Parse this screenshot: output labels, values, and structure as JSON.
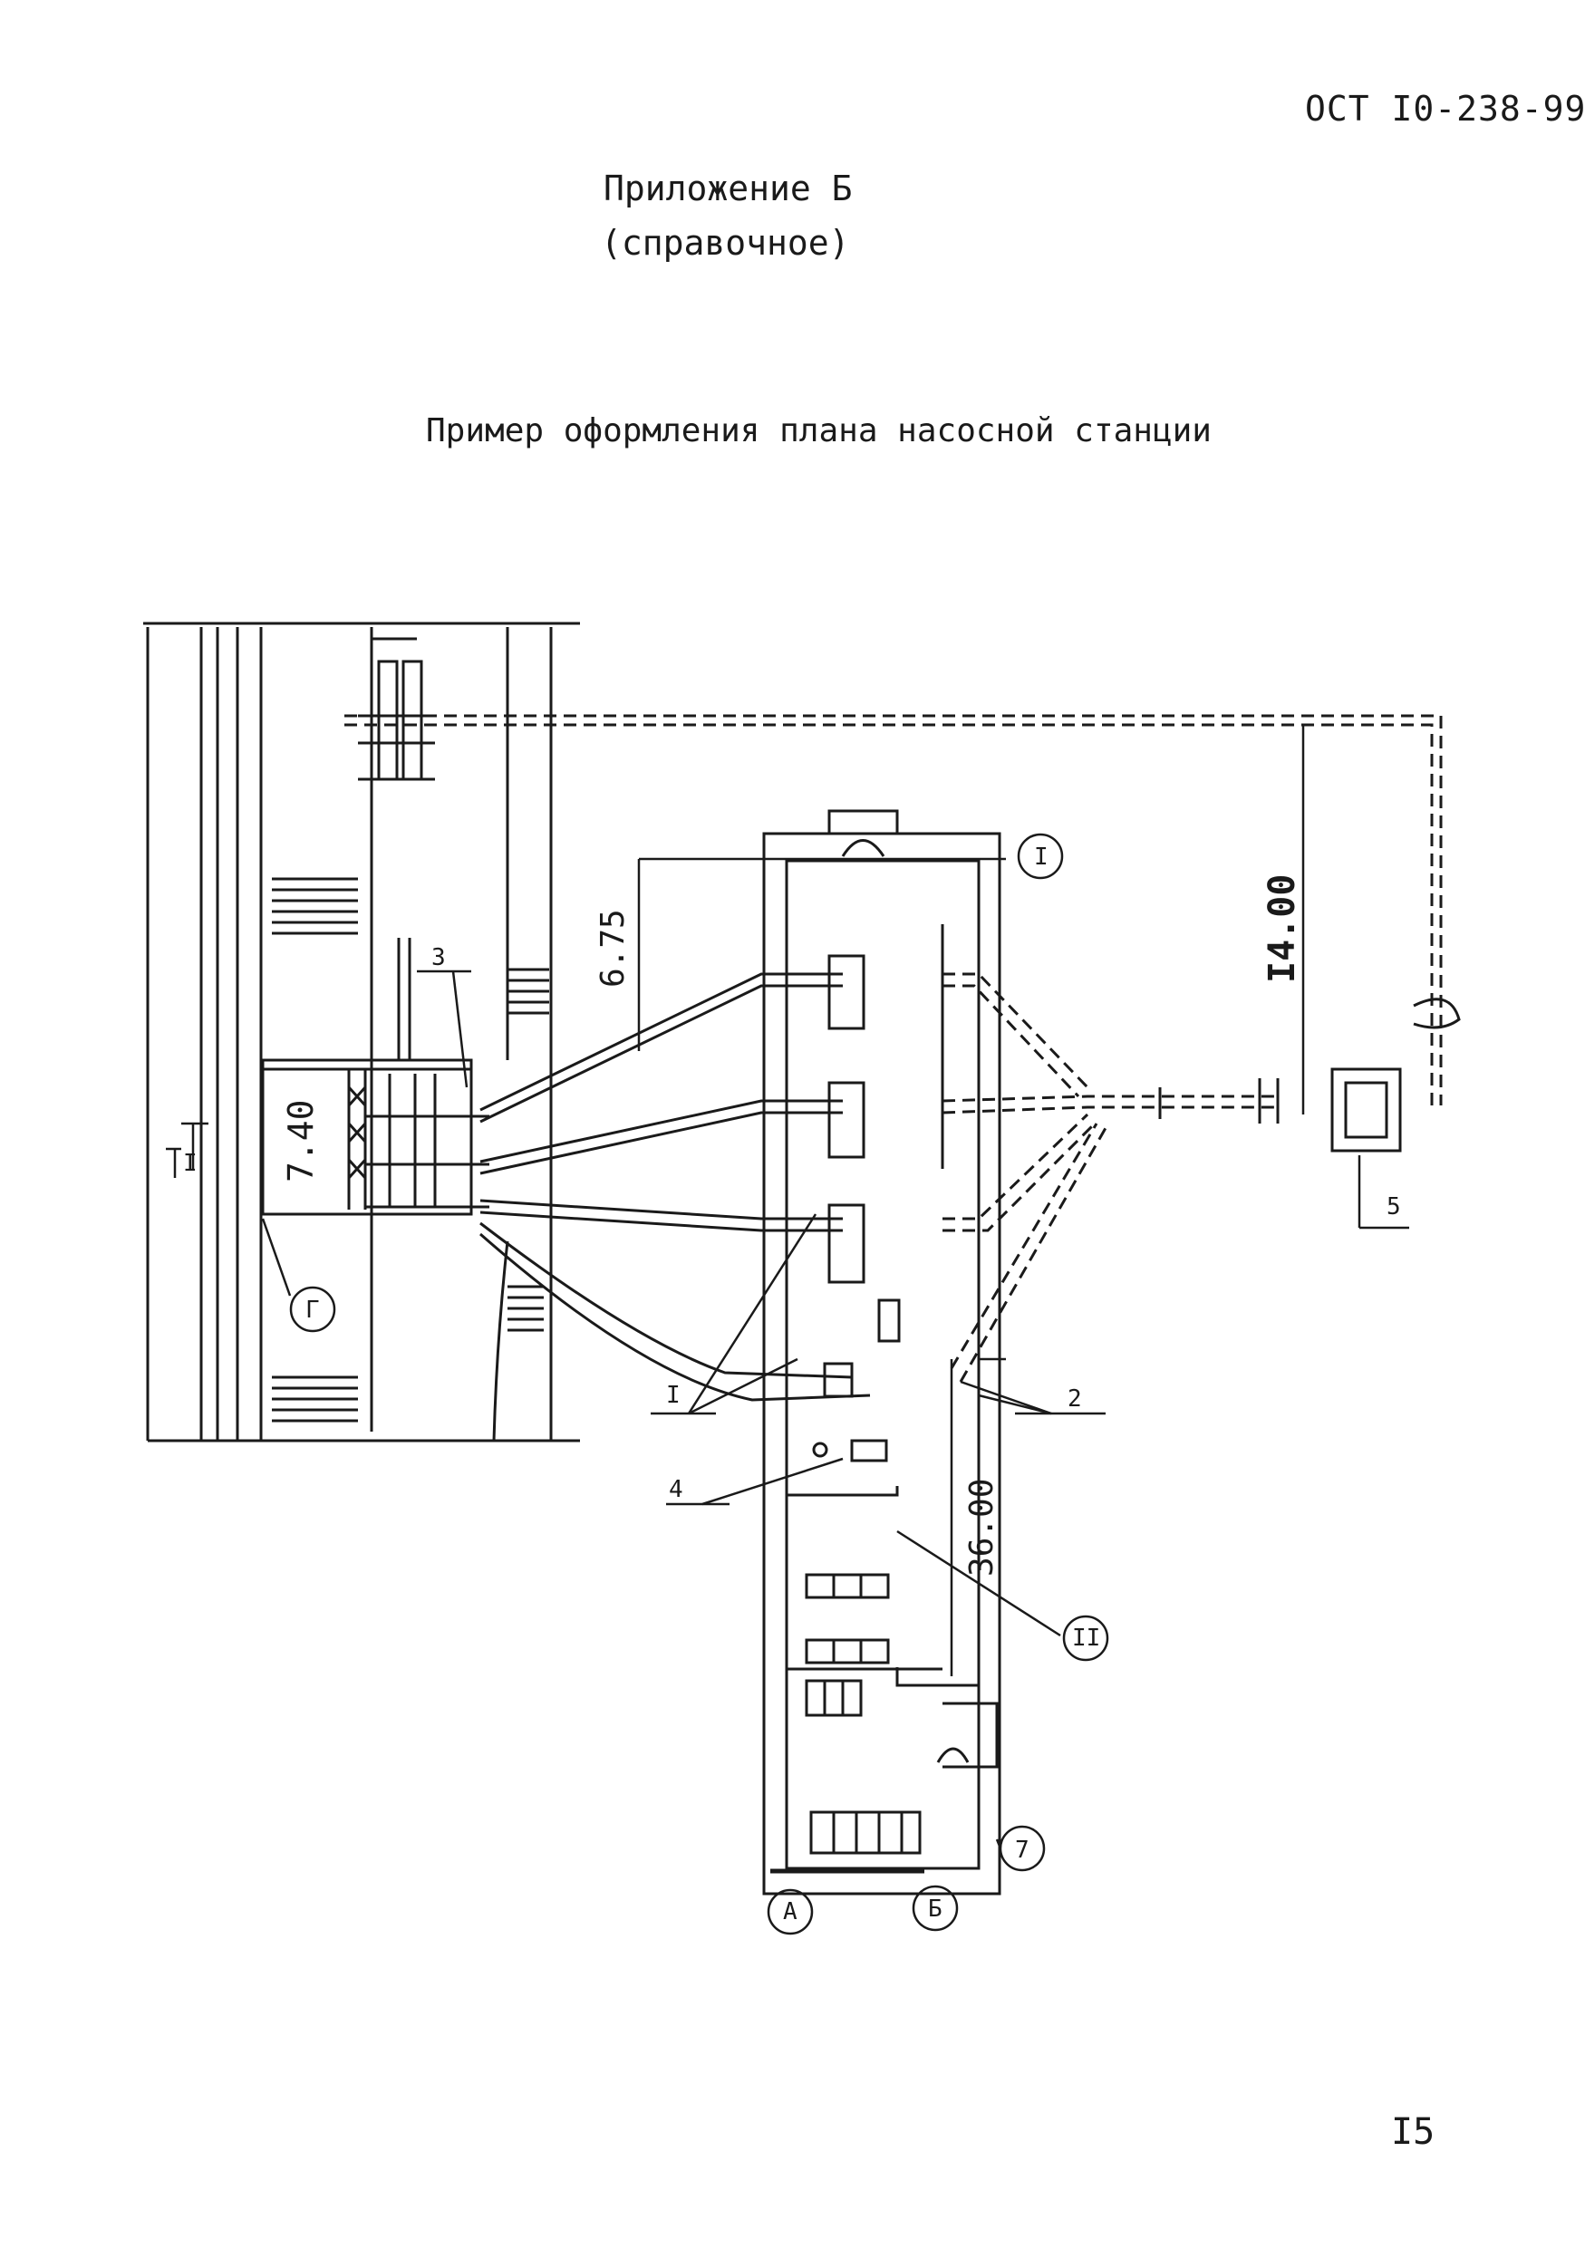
{
  "header": {
    "doc_code": "ОСТ I0-238-99",
    "appendix_title": "Приложение Б",
    "appendix_subtitle": "(справочное)",
    "figure_title": "Пример оформления плана насосной станции"
  },
  "drawing": {
    "dimensions": {
      "d675": "6.75",
      "d1400": "I4.00",
      "d740": "7.40",
      "d3600": "36.00"
    },
    "callouts": {
      "c1": "I",
      "c2": "2",
      "c3": "3",
      "c4": "4",
      "c5": "5",
      "c7": "7"
    },
    "grid_labels": {
      "axis_i_top": "I",
      "axis_ii": "II",
      "axis_g": "Г",
      "axis_a": "А",
      "axis_b": "Б",
      "section_mark": "I"
    }
  },
  "footer": {
    "page_number": "I5"
  }
}
